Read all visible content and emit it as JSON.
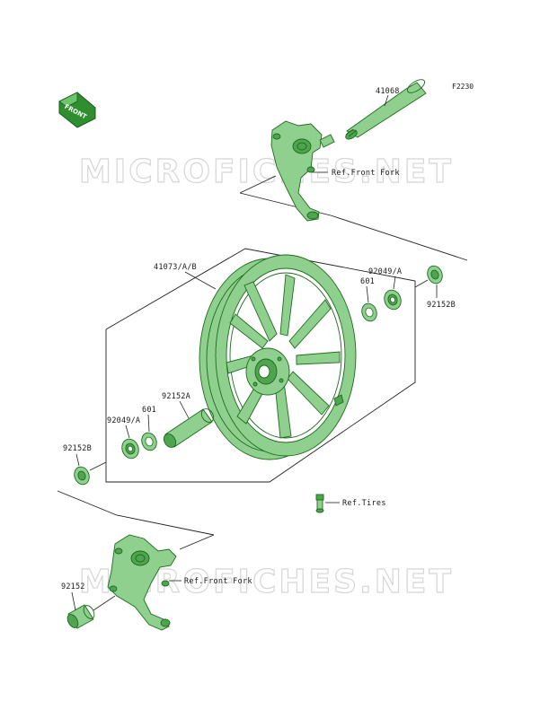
{
  "figure_code": "F2230",
  "front_indicator": "FRONT",
  "watermarks": [
    "MICROFICHES.NET",
    "MICROFICHES.NET"
  ],
  "references": {
    "front_fork_upper": "Ref.Front Fork",
    "front_fork_lower": "Ref.Front Fork",
    "tires": "Ref.Tires"
  },
  "part_labels": {
    "axle": "41068",
    "wheel": "41073/A/B",
    "bearing_right": "92049/A",
    "seal_right": "601",
    "collar_right": "92152B",
    "spacer_center": "92152A",
    "seal_left": "601",
    "bearing_left": "92049/A",
    "collar_left": "92152B",
    "collar_lower": "92152"
  },
  "colors": {
    "part_fill": "#8fd08f",
    "part_outline": "#1d6b1d",
    "watermark": "#d6d6d6",
    "line": "#222222"
  }
}
